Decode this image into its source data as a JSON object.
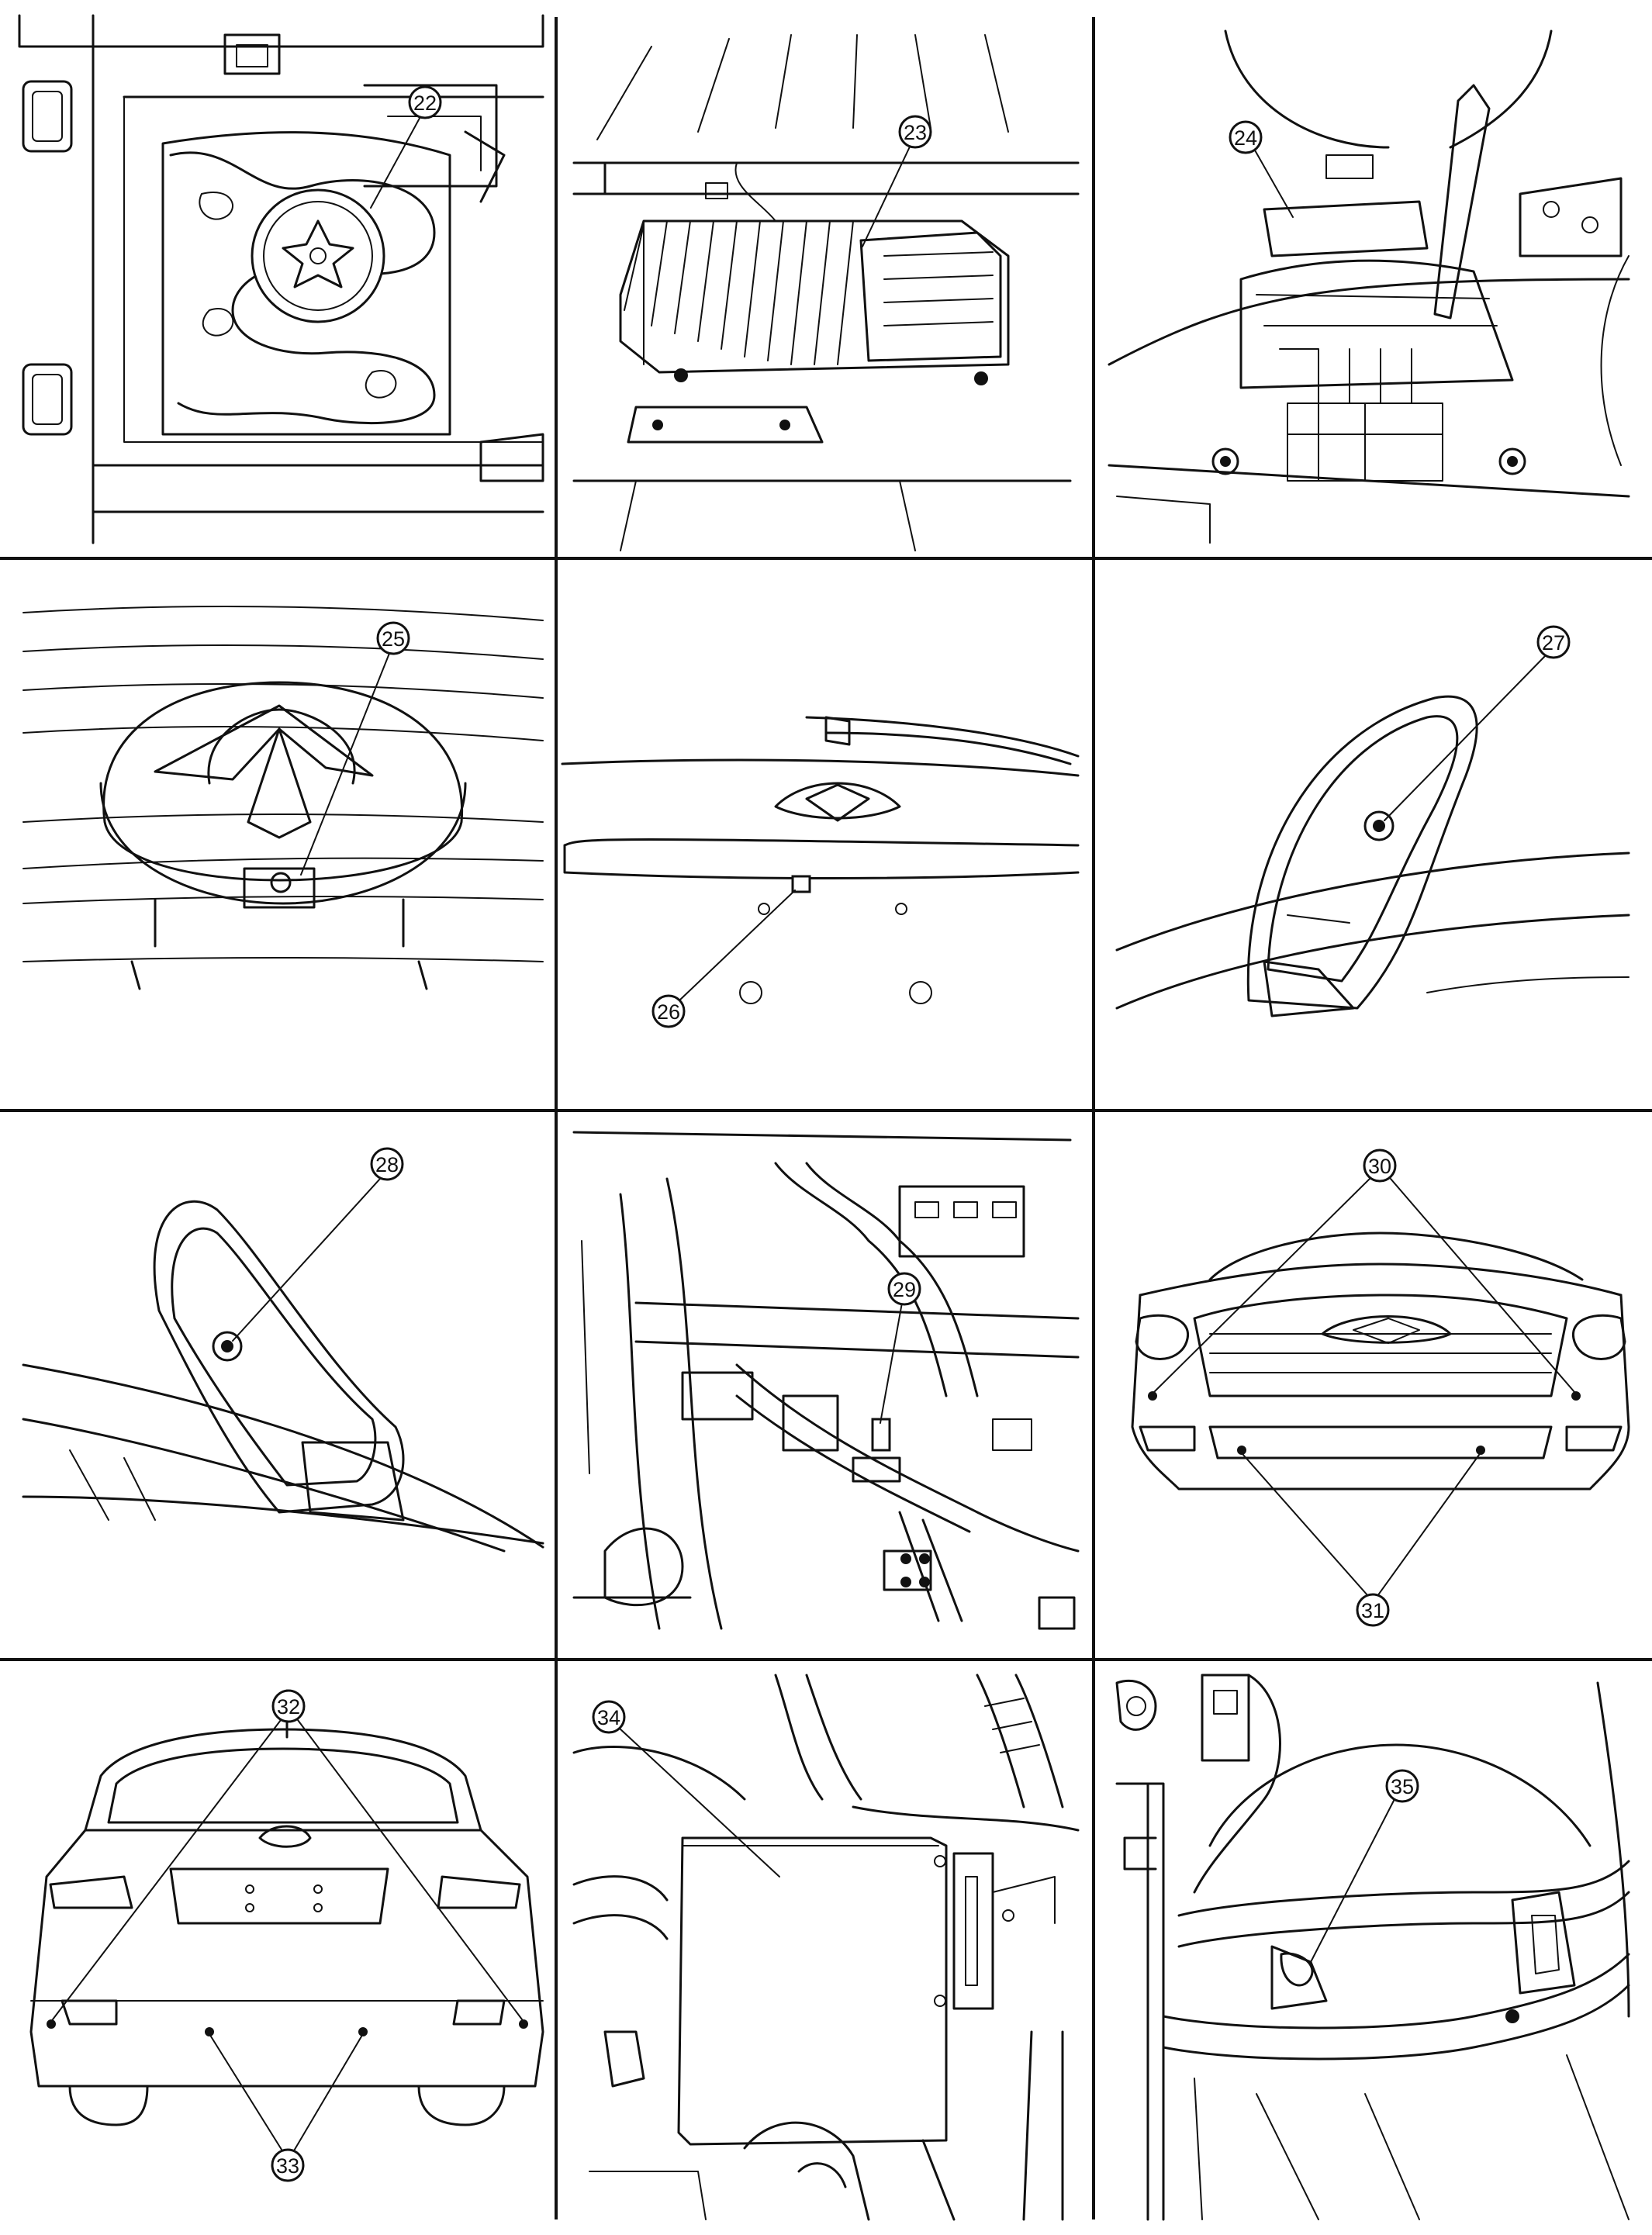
{
  "panels": [
    {
      "id": "p1",
      "callouts": [
        {
          "label": "22"
        }
      ]
    },
    {
      "id": "p2",
      "callouts": [
        {
          "label": "23"
        }
      ]
    },
    {
      "id": "p3",
      "callouts": [
        {
          "label": "24"
        }
      ]
    },
    {
      "id": "p4",
      "callouts": [
        {
          "label": "25"
        }
      ]
    },
    {
      "id": "p5",
      "callouts": [
        {
          "label": "26"
        }
      ]
    },
    {
      "id": "p6",
      "callouts": [
        {
          "label": "27"
        }
      ]
    },
    {
      "id": "p7",
      "callouts": [
        {
          "label": "28"
        }
      ]
    },
    {
      "id": "p8",
      "callouts": [
        {
          "label": "29"
        }
      ]
    },
    {
      "id": "p9",
      "callouts": [
        {
          "label": "30"
        },
        {
          "label": "31"
        }
      ]
    },
    {
      "id": "p10",
      "callouts": [
        {
          "label": "32"
        },
        {
          "label": "33"
        }
      ]
    },
    {
      "id": "p11",
      "callouts": [
        {
          "label": "34"
        }
      ]
    },
    {
      "id": "p12",
      "callouts": [
        {
          "label": "35"
        }
      ]
    }
  ]
}
